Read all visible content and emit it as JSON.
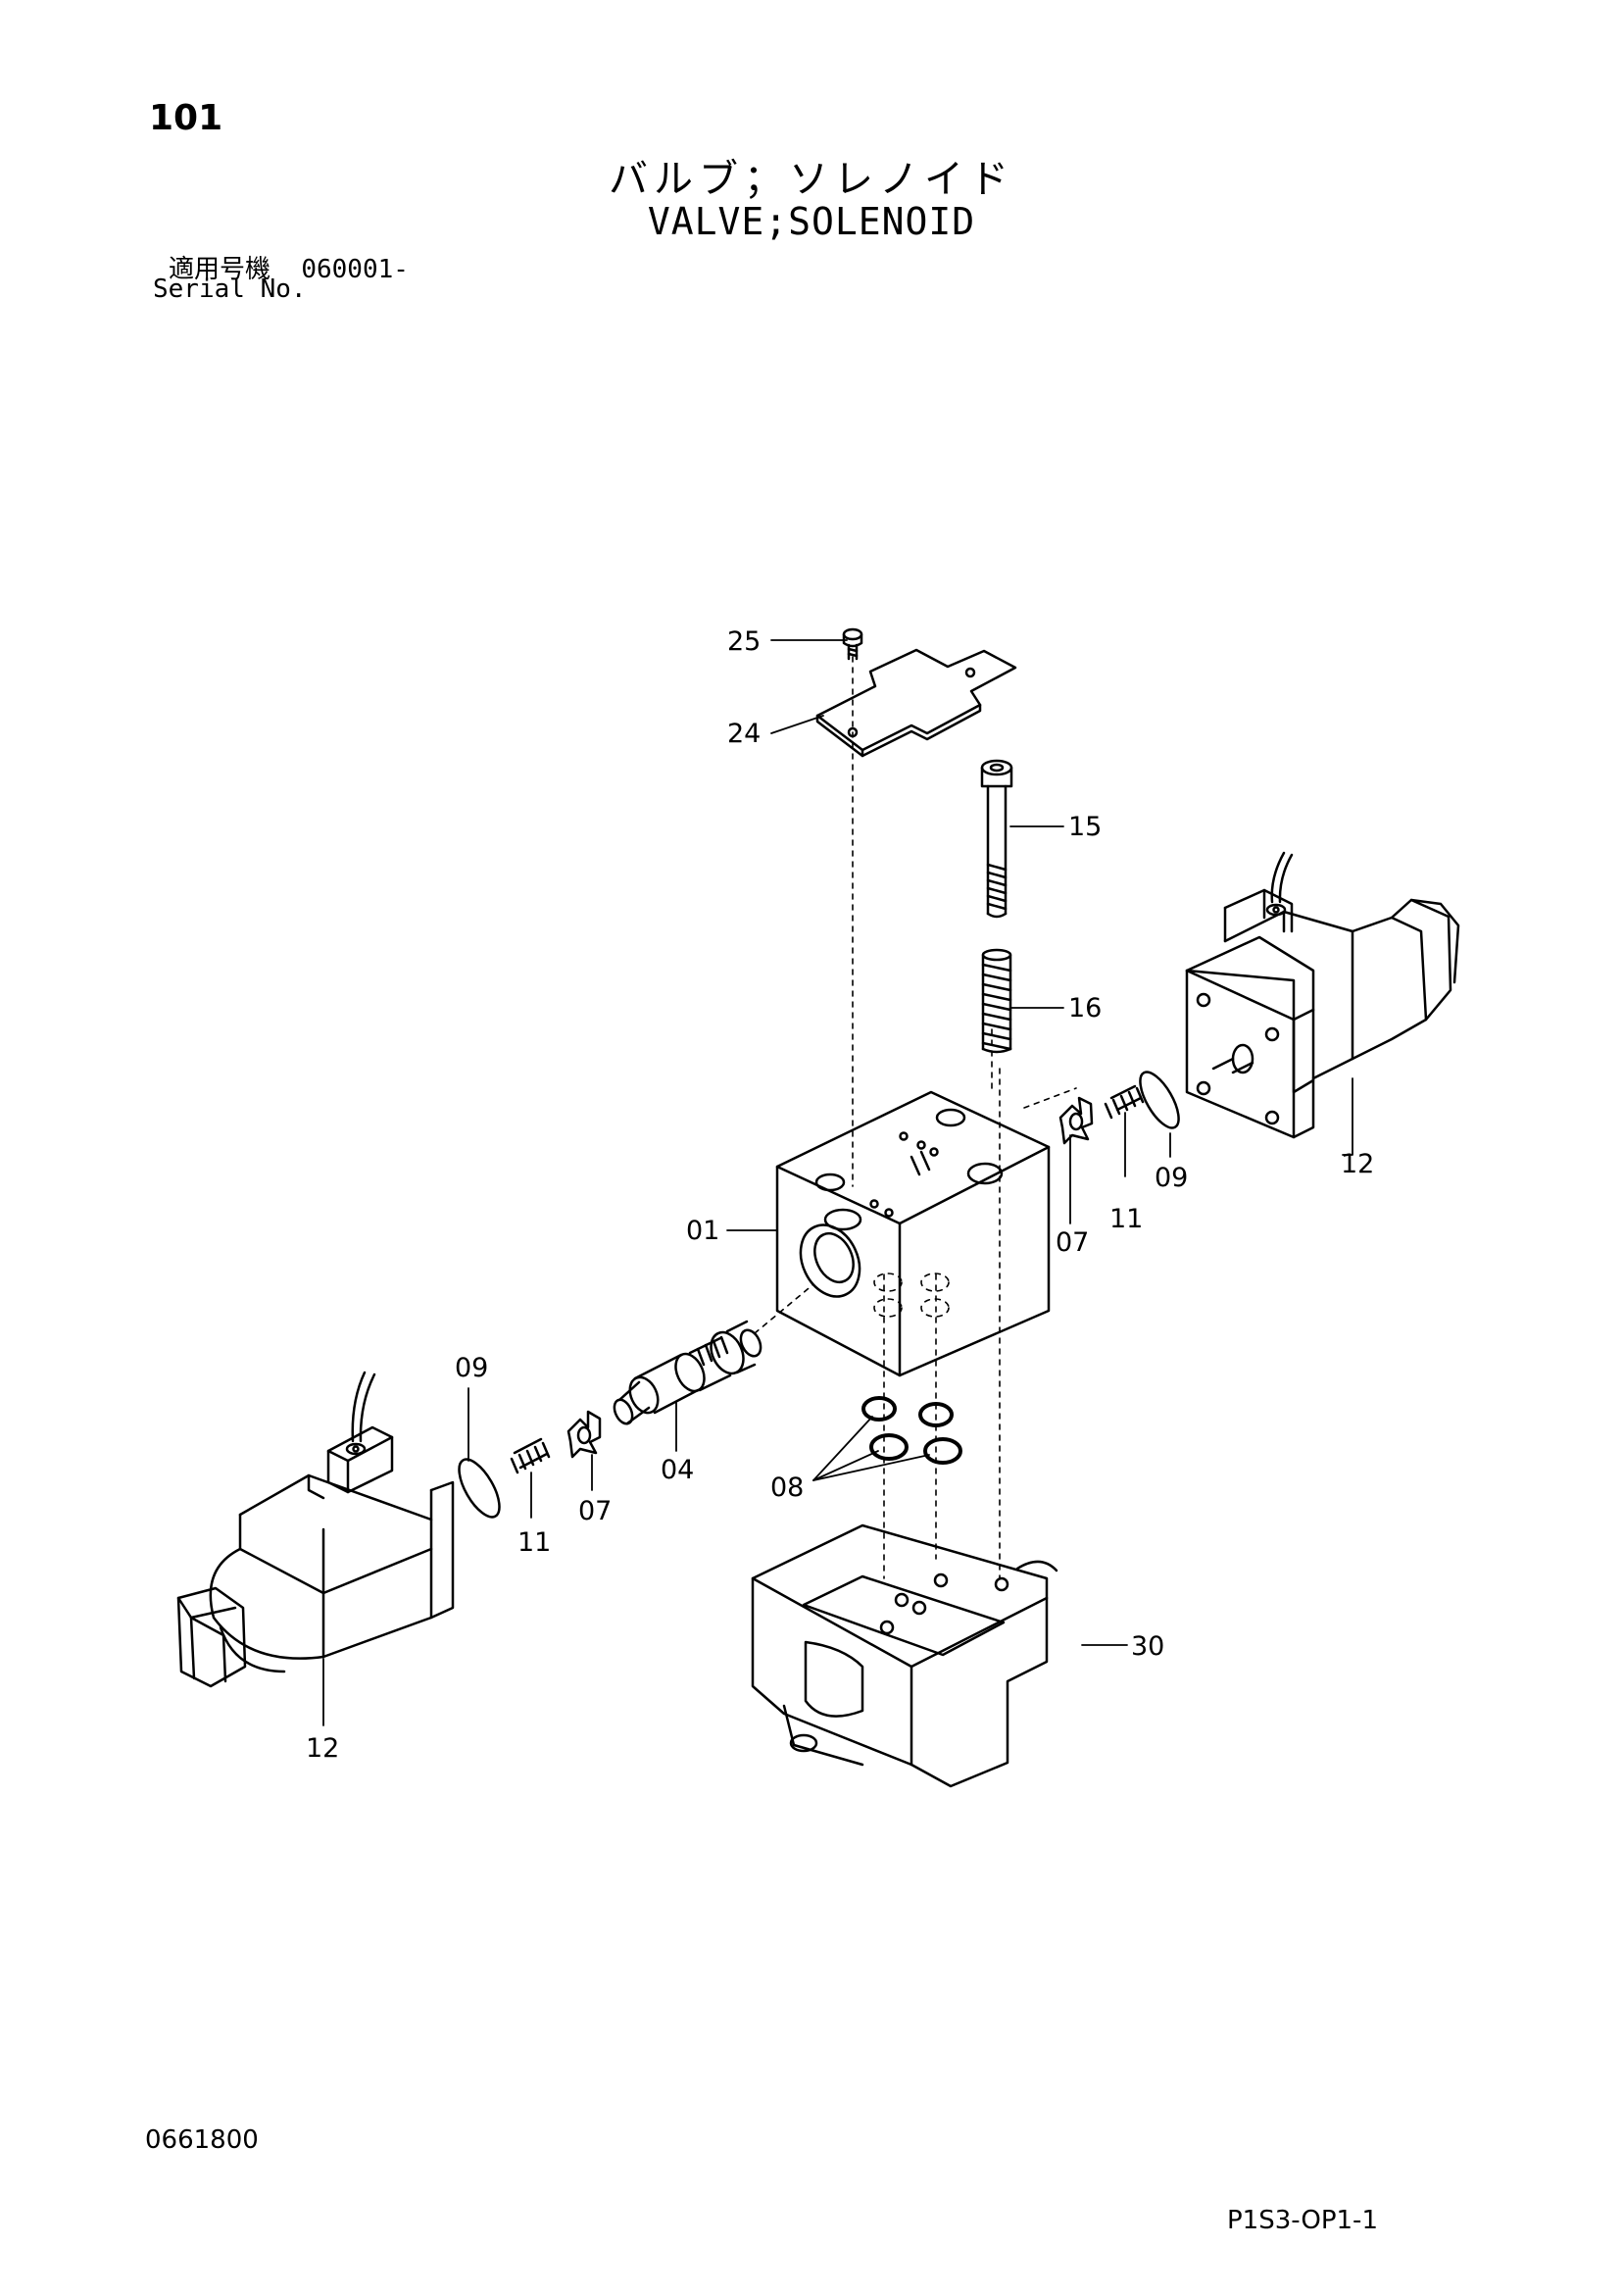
{
  "header": {
    "page_number": "101",
    "title_jp": "バルブ；ソレノイド",
    "title_en": "VALVE;SOLENOID",
    "serial_label_jp": "適用号機",
    "serial_value": "060001-",
    "serial_label_en": "Serial No."
  },
  "footer": {
    "doc_code": "0661800",
    "sheet_code": "P1S3-OP1-1"
  },
  "callouts": {
    "c25": "25",
    "c24": "24",
    "c15": "15",
    "c16": "16",
    "c12_right": "12",
    "c09_right": "09",
    "c11_right": "11",
    "c07_right": "07",
    "c01": "01",
    "c09_left": "09",
    "c11_left": "11",
    "c07_left": "07",
    "c04": "04",
    "c08": "08",
    "c30": "30",
    "c12_left": "12"
  }
}
